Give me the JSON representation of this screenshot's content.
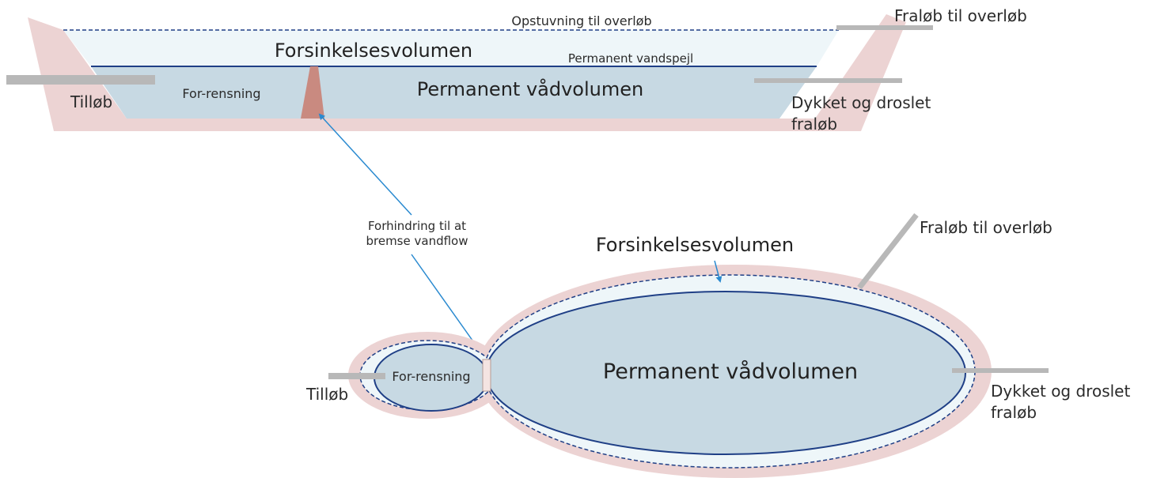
{
  "colors": {
    "embankment": "#ecd3d3",
    "retention_water": "#eef6f9",
    "permanent_water": "#c7d9e3",
    "water_line": "#1f3f86",
    "barrier": "#c98a80",
    "pipe": "#b8b8b8",
    "arrow": "#2a8ad0",
    "text": "#2b2b2b"
  },
  "icons": {
    "arrow_head": "arrowhead-icon"
  },
  "cross_section": {
    "overflow_level_label": "Opstuvning til overløb",
    "retention_volume_label": "Forsinkelsesvolumen",
    "permanent_surface_label": "Permanent vandspejl",
    "pretreatment_label": "For-rensning",
    "permanent_volume_label": "Permanent vådvolumen",
    "overflow_outlet_label": "Fraløb til overløb",
    "inlet_label": "Tilløb",
    "outlet_label_line1": "Dykket og droslet",
    "outlet_label_line2": "fraløb"
  },
  "barrier_callout": {
    "line1": "Forhindring til at",
    "line2": "bremse vandflow"
  },
  "plan_view": {
    "retention_volume_label": "Forsinkelsesvolumen",
    "overflow_outlet_label": "Fraløb til overløb",
    "pretreatment_label": "For-rensning",
    "permanent_volume_label": "Permanent vådvolumen",
    "inlet_label": "Tilløb",
    "outlet_label_line1": "Dykket og droslet",
    "outlet_label_line2": "fraløb"
  }
}
